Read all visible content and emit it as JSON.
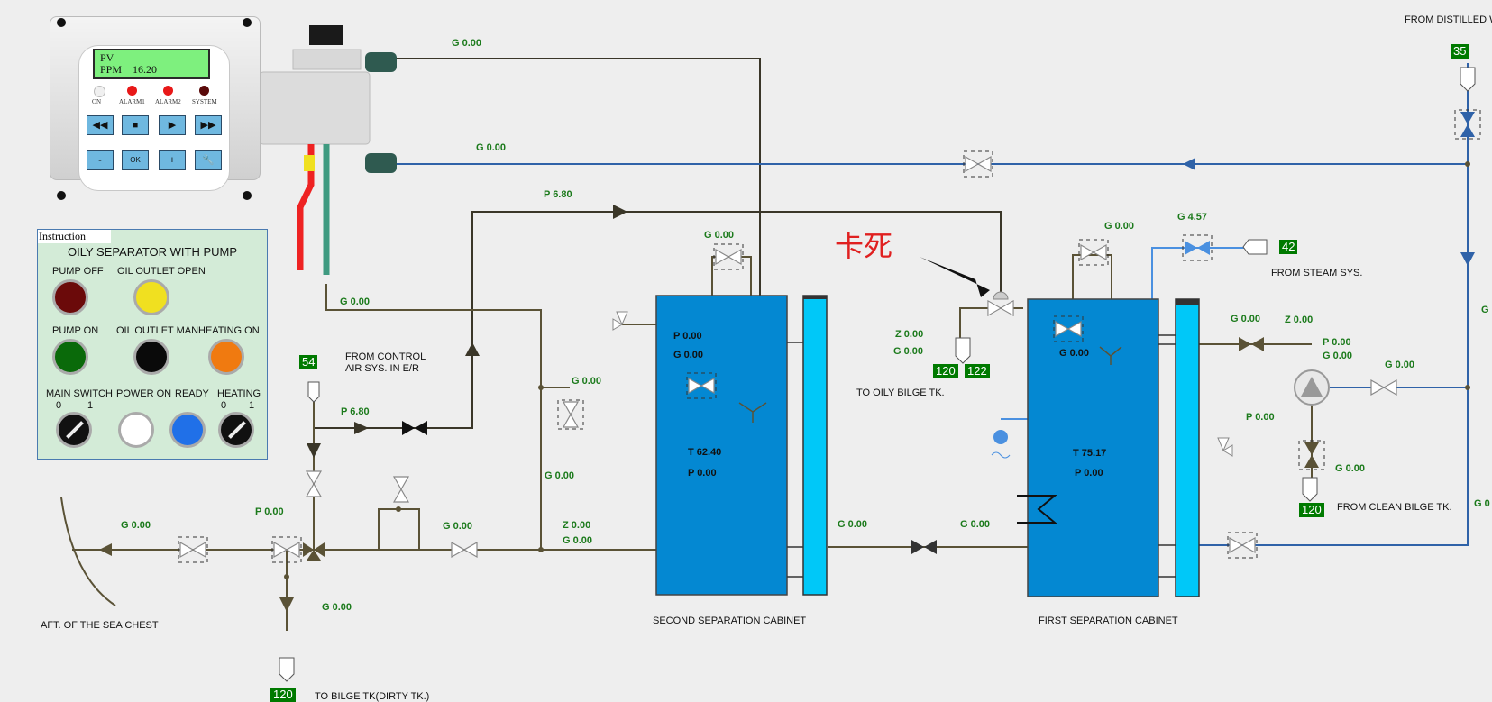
{
  "controller": {
    "pv_label": "PV",
    "ppm_label": "PPM",
    "ppm_value": "16.20",
    "leds": [
      "ON",
      "ALARM1",
      "ALARM2",
      "SYSTEM"
    ],
    "buttons_row1": [
      "◀◀",
      "■",
      "▶",
      "▶▶"
    ],
    "buttons_row2": [
      "-",
      "OK",
      "+",
      "🔧"
    ]
  },
  "instruction": {
    "tab": "Instruction",
    "title": "OILY SEPARATOR WITH PUMP",
    "lamps": {
      "pump_off": "PUMP OFF",
      "oil_outlet_open": "OIL OUTLET OPEN",
      "pump_on": "PUMP ON",
      "oil_outlet_man": "OIL OUTLET MAN.",
      "heating_on": "HEATING ON",
      "main_switch": "MAIN SWITCH",
      "power_on": "POWER ON",
      "ready": "READY",
      "heating": "HEATING"
    },
    "switch_positions": [
      "0",
      "1"
    ]
  },
  "colors": {
    "background": "#eeeeee",
    "pipe": "#5a5236",
    "water_pipe": "#2f62a8",
    "steam_pipe": "#4a90e0",
    "tank": "#0488d2",
    "tank_glass": "#00c8f8",
    "value_green": "#1b7a1b",
    "indicator_box": "#007a00",
    "pump_off_lamp": "#6b0a0a",
    "oil_outlet_lamp": "#f0e020",
    "pump_on_lamp": "#0a6a0a",
    "heating_on_lamp": "#f07a10",
    "ready_lamp": "#2070e8",
    "annotation_red": "#e02020"
  },
  "annotation": "卡死",
  "labels": {
    "from_distilled": "FROM DISTILLED W.",
    "from_steam": "FROM STEAM SYS.",
    "from_control_air_1": "FROM CONTROL",
    "from_control_air_2": "AIR SYS. IN E/R",
    "to_oily_bilge": "TO OILY BILGE TK.",
    "from_clean_bilge": "FROM CLEAN BILGE TK.",
    "aft_sea_chest": "AFT. OF THE SEA CHEST",
    "second_cabinet": "SECOND SEPARATION CABINET",
    "first_cabinet": "FIRST SEPARATION CABINET",
    "to_bilge_dirty": "TO BILGE TK(DIRTY TK.)"
  },
  "indicators": {
    "distilled": "35",
    "steam": "42",
    "control_air": "54",
    "oily_bilge_a": "120",
    "oily_bilge_b": "122",
    "clean_bilge": "120",
    "dirty_bilge": "120"
  },
  "readings": {
    "g_top_1": "G 0.00",
    "g_top_2": "G 0.00",
    "p_air_top": "P 6.80",
    "g_left_branch": "G 0.00",
    "p_air_left": "P 6.80",
    "g_sep2_inlet": "G 0.00",
    "g_sep2_vent": "G 0.00",
    "g_sep2_relief": "G 0.00",
    "g_sep2_mid": "G 0.00",
    "z_sep2_bottom": "Z 0.00",
    "g_sep2_bottom": "G 0.00",
    "g_discharge_left": "G 0.00",
    "p_discharge_left": "P 0.00",
    "g_discharge_right": "G 0.00",
    "g_bilge_down": "G 0.00",
    "g_between": "G 0.00",
    "g_between_2": "G 0.00",
    "z_oily": "Z 0.00",
    "g_oily": "G 0.00",
    "g_sep1_vent": "G 0.00",
    "g_steam": "G 4.57",
    "g_pump_in": "G 0.00",
    "z_pump_in": "Z 0.00",
    "p_pump_out": "P 0.00",
    "g_pump_out": "G 0.00",
    "g_pump_disc": "G 0.00",
    "p_pump_suct": "P 0.00",
    "g_pump_suct": "G 0.00",
    "g_right_edge_1": "G",
    "g_right_edge_2": "G 0"
  },
  "tank2": {
    "p_top": "P 0.00",
    "g_top": "G 0.00",
    "temp": "T 62.40",
    "pressure": "P 0.00"
  },
  "tank1": {
    "g_top": "G 0.00",
    "temp": "T 75.17",
    "pressure": "P 0.00"
  }
}
